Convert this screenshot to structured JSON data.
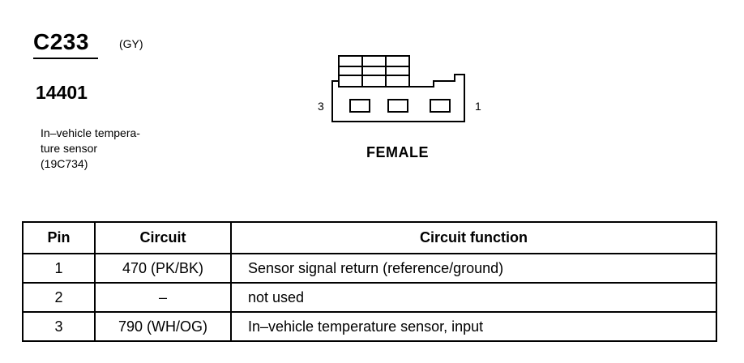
{
  "connector": {
    "id": "C233",
    "color": "(GY)",
    "part_number": "14401",
    "description_lines": [
      "In–vehicle tempera-",
      "ture sensor",
      "(19C734)"
    ],
    "pin_left_label": "3",
    "pin_right_label": "1",
    "view": "FEMALE"
  },
  "table": {
    "headers": [
      "Pin",
      "Circuit",
      "Circuit function"
    ],
    "rows": [
      {
        "pin": "1",
        "circuit": "470 (PK/BK)",
        "function": "Sensor signal return (reference/ground)"
      },
      {
        "pin": "2",
        "circuit": "–",
        "function": "not used"
      },
      {
        "pin": "3",
        "circuit": "790 (WH/OG)",
        "function": "In–vehicle temperature sensor, input"
      }
    ]
  }
}
